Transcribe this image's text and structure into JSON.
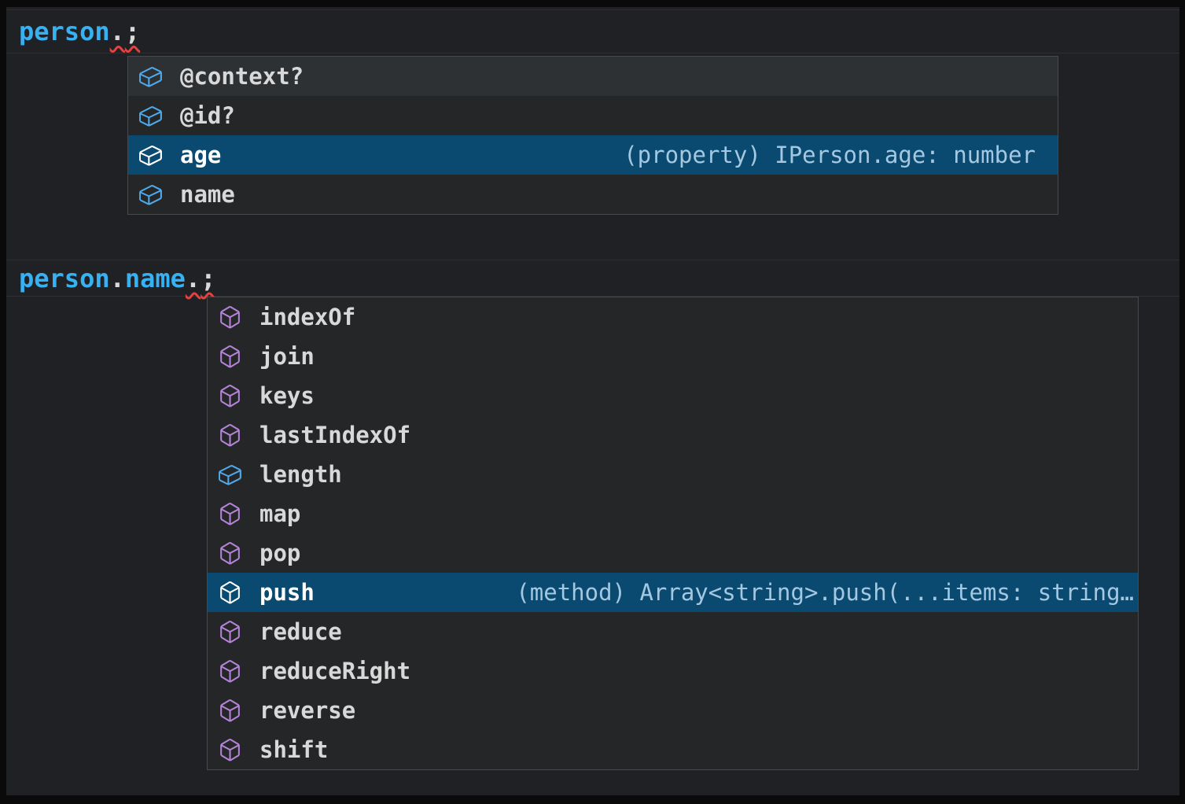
{
  "colors": {
    "editor_background": "#202124",
    "popup_background": "#242628",
    "popup_first_row_highlight": "#2e3134",
    "selection_background": "#0b4a70",
    "field_icon_blue": "#4fa8e8",
    "method_icon_purple": "#b584d9",
    "variable_text_blue": "#38b1f2",
    "punctuation_text": "#d9d9d9",
    "error_squiggle_red": "#e5413e"
  },
  "code_line_1": {
    "variable": "person",
    "dot": ".",
    "semicolon": ";"
  },
  "code_line_2": {
    "variable": "person",
    "dot1": ".",
    "property": "name",
    "dot2": ".",
    "semicolon": ";"
  },
  "popup1": {
    "items": [
      {
        "label": "@context?",
        "icon": "symbol-field-icon",
        "selected": false
      },
      {
        "label": "@id?",
        "icon": "symbol-field-icon",
        "selected": false
      },
      {
        "label": "age",
        "icon": "symbol-field-icon",
        "selected": true,
        "detail": "(property) IPerson.age: number"
      },
      {
        "label": "name",
        "icon": "symbol-field-icon",
        "selected": false
      }
    ]
  },
  "popup2": {
    "items": [
      {
        "label": "indexOf",
        "icon": "symbol-method-icon",
        "selected": false
      },
      {
        "label": "join",
        "icon": "symbol-method-icon",
        "selected": false
      },
      {
        "label": "keys",
        "icon": "symbol-method-icon",
        "selected": false
      },
      {
        "label": "lastIndexOf",
        "icon": "symbol-method-icon",
        "selected": false
      },
      {
        "label": "length",
        "icon": "symbol-field-icon",
        "selected": false
      },
      {
        "label": "map",
        "icon": "symbol-method-icon",
        "selected": false
      },
      {
        "label": "pop",
        "icon": "symbol-method-icon",
        "selected": false
      },
      {
        "label": "push",
        "icon": "symbol-method-icon",
        "selected": true,
        "detail": "(method) Array<string>.push(...items: string…"
      },
      {
        "label": "reduce",
        "icon": "symbol-method-icon",
        "selected": false
      },
      {
        "label": "reduceRight",
        "icon": "symbol-method-icon",
        "selected": false
      },
      {
        "label": "reverse",
        "icon": "symbol-method-icon",
        "selected": false
      },
      {
        "label": "shift",
        "icon": "symbol-method-icon",
        "selected": false
      }
    ]
  }
}
